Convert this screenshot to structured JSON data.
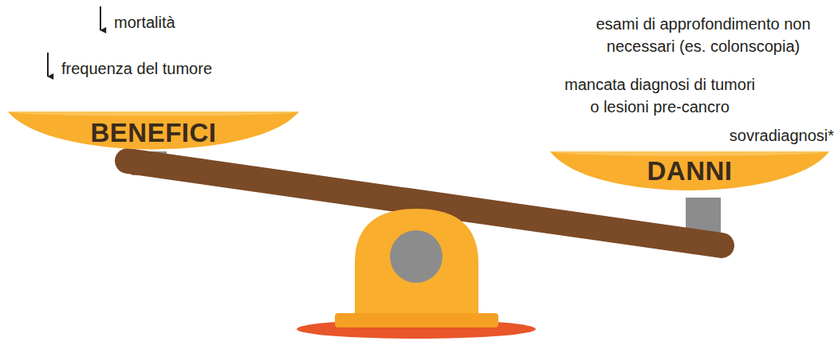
{
  "diagram": {
    "nodes": [
      {
        "text": [
          "BENEFICI"
        ]
      },
      {
        "text": [
          "DANNI"
        ]
      }
    ],
    "labels": [
      "mortalità",
      "frequenza del tumore",
      "esami di approfondimento non necessari (es. colonscopia)",
      "mancata diagnosi di tumori o lesioni pre-cancro",
      "sovradiagnosi*"
    ]
  }
}
